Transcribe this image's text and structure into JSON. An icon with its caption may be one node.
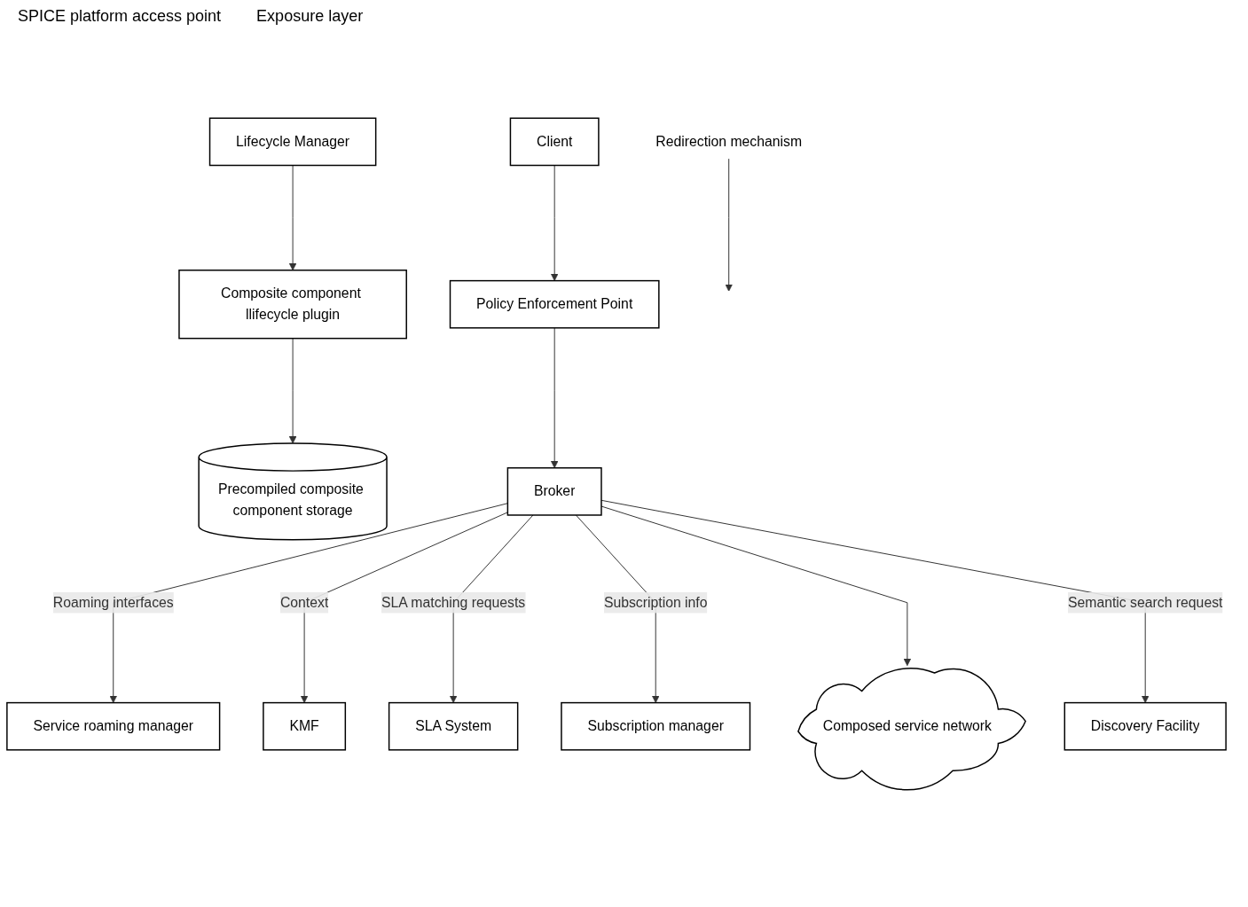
{
  "diagram": {
    "nodes": [
      {
        "text": [
          "Client"
        ]
      },
      {
        "text": [
          "Redirection mechanism"
        ]
      },
      {
        "text": [
          "Policy Enforcement Point"
        ]
      },
      {
        "text": [
          "Broker"
        ]
      },
      {
        "text": [
          "Service roaming manager"
        ]
      },
      {
        "text": [
          "KMF"
        ]
      },
      {
        "text": [
          "SLA System"
        ]
      },
      {
        "text": [
          "Subscription manager"
        ]
      },
      {
        "text": [
          "Composed service network"
        ]
      },
      {
        "text": [
          "Discovery Facility"
        ]
      },
      {
        "text": [
          "Lifecycle Manager"
        ]
      },
      {
        "text": [
          "Composite component llifecycle plugin"
        ]
      },
      {
        "text": [
          "Precompiled composite component storage"
        ]
      }
    ],
    "edges": [
      {
        "from": 0,
        "to": 2,
        "arrow": "to"
      },
      {
        "from": 1,
        "to": null,
        "arrow": "to"
      },
      {
        "from": 2,
        "to": 3,
        "arrow": "to"
      },
      {
        "from": 3,
        "to": 4,
        "arrow": "to",
        "label": "Roaming interfaces"
      },
      {
        "from": 3,
        "to": 5,
        "arrow": "to",
        "label": "Context"
      },
      {
        "from": 3,
        "to": 6,
        "arrow": "to",
        "label": "SLA matching requests"
      },
      {
        "from": 3,
        "to": 7,
        "arrow": "to",
        "label": "Subscription info"
      },
      {
        "from": 3,
        "to": 8,
        "arrow": "to"
      },
      {
        "from": 3,
        "to": 9,
        "arrow": "to",
        "label": "Semantic search request"
      },
      {
        "from": 10,
        "to": 11,
        "arrow": "to"
      },
      {
        "from": 11,
        "to": 12,
        "arrow": "to"
      }
    ],
    "labels": [
      "SPICE platform access point",
      "Exposure layer"
    ]
  }
}
